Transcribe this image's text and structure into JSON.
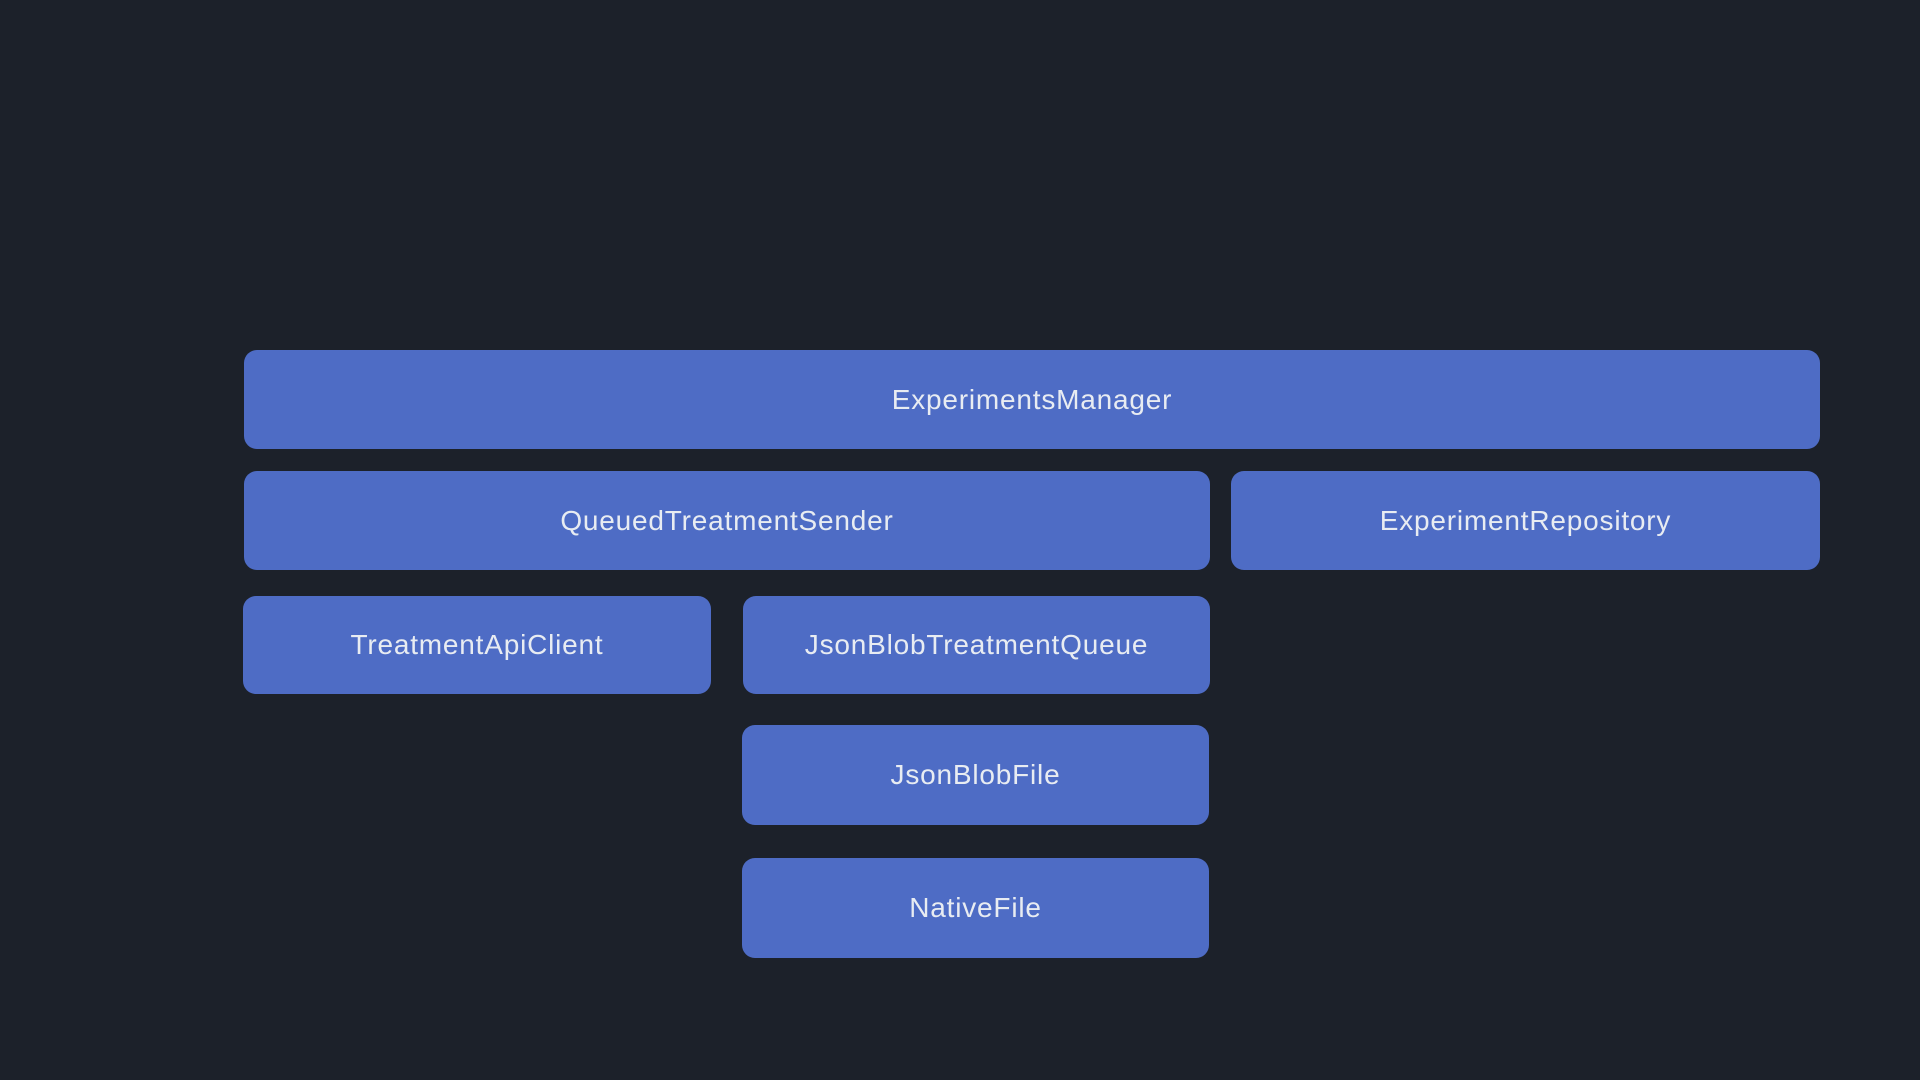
{
  "colors": {
    "background": "#1c212a",
    "node_fill": "#4e6cc5",
    "node_text": "#e8ecf2"
  },
  "diagram": {
    "type": "dependency-diagram",
    "nodes": [
      {
        "id": "experiments-manager",
        "label": "ExperimentsManager"
      },
      {
        "id": "queued-treatment-sender",
        "label": "QueuedTreatmentSender"
      },
      {
        "id": "experiment-repository",
        "label": "ExperimentRepository"
      },
      {
        "id": "treatment-api-client",
        "label": "TreatmentApiClient"
      },
      {
        "id": "json-blob-treatment-queue",
        "label": "JsonBlobTreatmentQueue"
      },
      {
        "id": "json-blob-file",
        "label": "JsonBlobFile"
      },
      {
        "id": "native-file",
        "label": "NativeFile"
      }
    ]
  }
}
